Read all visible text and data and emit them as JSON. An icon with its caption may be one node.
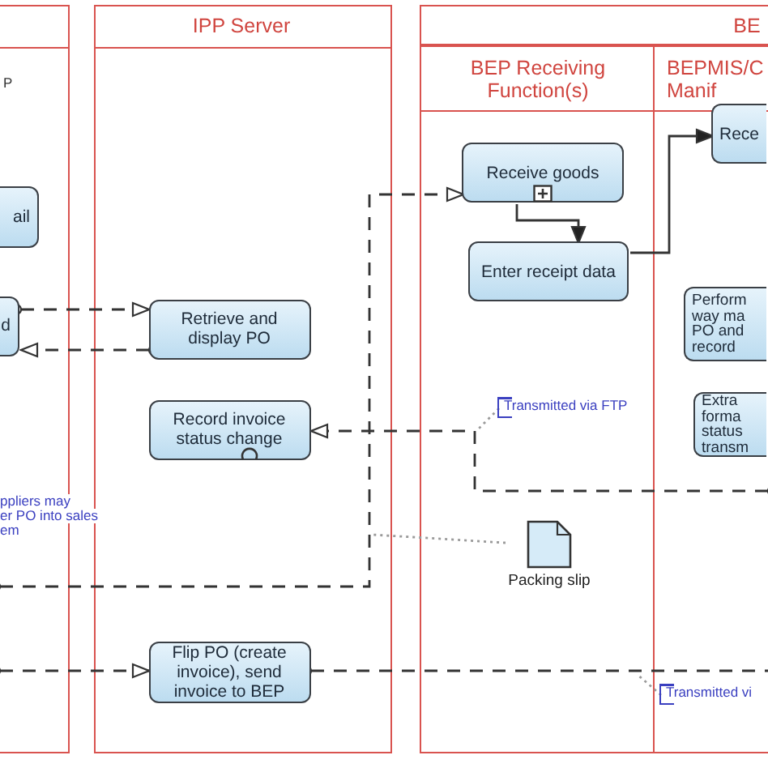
{
  "diagram": {
    "nodes": [
      {
        "text": [],
        "shape": "box"
      },
      {
        "text": [
          "ail"
        ],
        "in": 0
      },
      {
        "text": [
          "d"
        ],
        "in": 0
      },
      {
        "text": [
          "IPP Server"
        ]
      },
      {
        "text": [
          "Retrieve and display PO"
        ],
        "in": 3
      },
      {
        "text": [
          "Record invoice status change"
        ],
        "in": 3
      },
      {
        "text": [
          "Flip PO (create invoice), send invoice to BEP"
        ],
        "in": 3
      },
      {
        "text": [
          "BE"
        ]
      },
      {
        "text": [
          "BEP Receiving Function(s)"
        ],
        "in": 7
      },
      {
        "text": [
          "BEPMIS/C Manif"
        ],
        "in": 7
      },
      {
        "text": [
          "Receive goods"
        ],
        "in": 8
      },
      {
        "text": [
          "Enter receipt data"
        ],
        "in": 8
      },
      {
        "text": [
          "Rece"
        ],
        "in": 9
      },
      {
        "text": [
          "Perform way ma PO and record"
        ],
        "in": 9
      },
      {
        "text": [
          "Extra forma status transm"
        ],
        "in": 9
      },
      {
        "text": [
          "Packing slip"
        ],
        "in": 8
      },
      {
        "text": [
          "Transmitted via FTP"
        ],
        "in": 8
      },
      {
        "text": [
          "Transmitted vi"
        ],
        "in": 9
      }
    ],
    "edges": [
      {
        "from": 2,
        "to": 4,
        "arrow": "to",
        "style": "dashed"
      },
      {
        "from": 4,
        "to": 2,
        "arrow": "to",
        "style": "dashed"
      },
      {
        "from": 0,
        "to": 10,
        "arrow": "to",
        "style": "dashed"
      },
      {
        "from": 10,
        "to": 11,
        "arrow": "to"
      },
      {
        "from": 11,
        "to": 12,
        "arrow": "to"
      },
      {
        "from": 9,
        "to": 5,
        "arrow": "to",
        "style": "dashed"
      },
      {
        "from": 0,
        "to": 6,
        "arrow": "to",
        "style": "dashed"
      },
      {
        "from": 6,
        "to": 9,
        "arrow": "other",
        "style": "dashed"
      },
      {
        "from": 16,
        "to": null,
        "arrow": "none",
        "style": "dashed",
        "color": "#9a9a9a"
      },
      {
        "from": 15,
        "to": 3,
        "arrow": "none",
        "style": "dashed",
        "color": "#9a9a9a"
      },
      {
        "from": 17,
        "to": null,
        "arrow": "none",
        "style": "dashed",
        "color": "#9a9a9a"
      }
    ],
    "labels": [
      "P",
      "ppliers may",
      "er PO into sales",
      "em"
    ]
  }
}
